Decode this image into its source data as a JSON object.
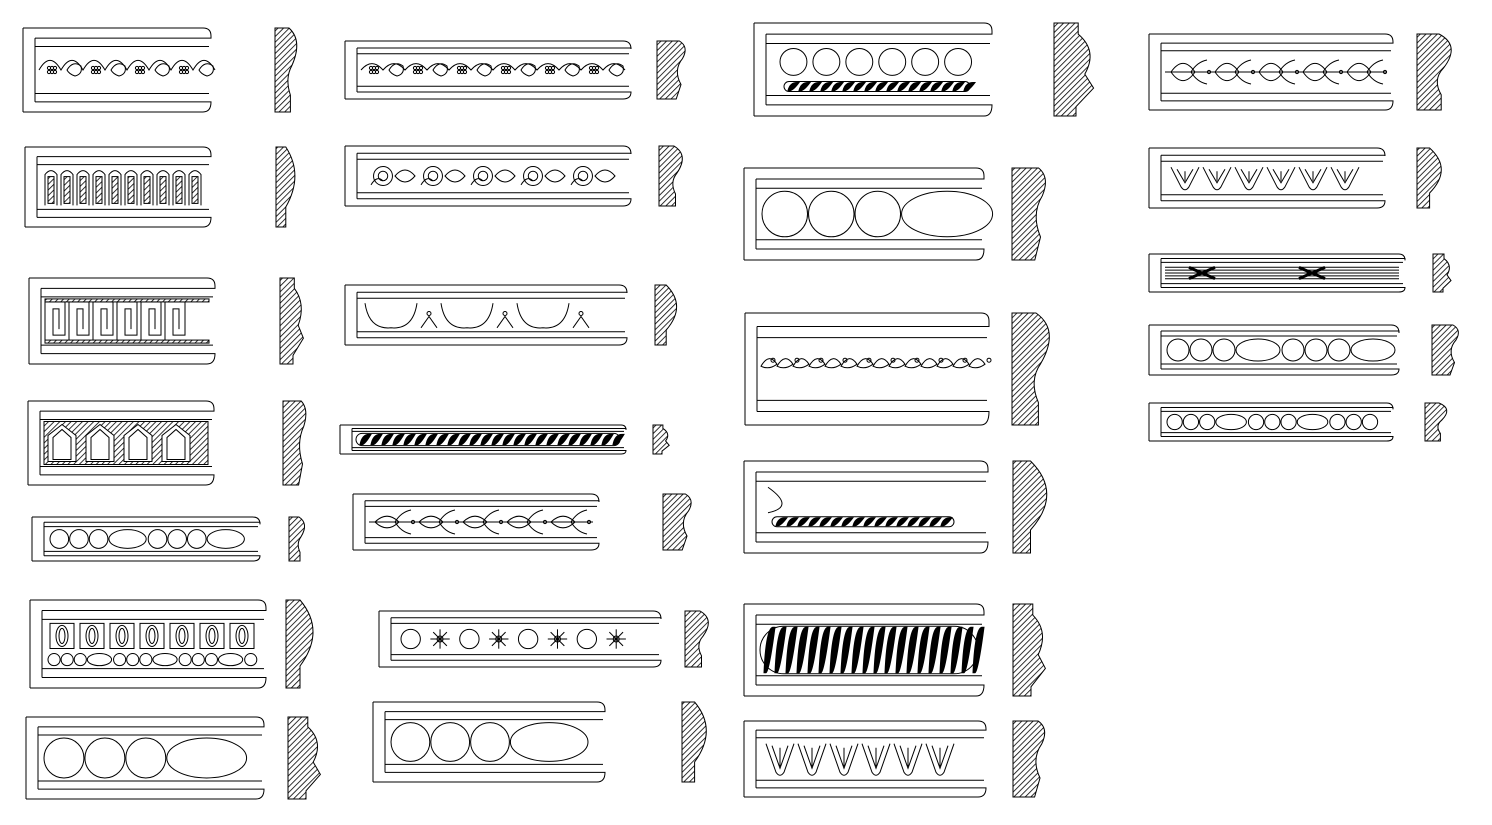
{
  "sheet": {
    "description_visible_text": "",
    "line_color": "#000000",
    "hatch_color": "#000000",
    "background": "#ffffff"
  },
  "moldings": [
    {
      "id": "m1",
      "ornament": "grapevine"
    },
    {
      "id": "m2",
      "ornament": "fluted-arch"
    },
    {
      "id": "m3",
      "ornament": "greek-key"
    },
    {
      "id": "m4",
      "ornament": "gothic-arch"
    },
    {
      "id": "m5",
      "ornament": "bead-and-reel"
    },
    {
      "id": "m6",
      "ornament": "egg-and-dart-with-beads"
    },
    {
      "id": "m7",
      "ornament": "bead-and-reel-cove"
    },
    {
      "id": "m8",
      "ornament": "grapevine"
    },
    {
      "id": "m9",
      "ornament": "acanthus-scroll"
    },
    {
      "id": "m10",
      "ornament": "egg-and-dart"
    },
    {
      "id": "m11",
      "ornament": "rope-twist"
    },
    {
      "id": "m12",
      "ornament": "laurel-leaf"
    },
    {
      "id": "m13",
      "ornament": "guilloche-rosette"
    },
    {
      "id": "m14",
      "ornament": "bead-and-reel-cove"
    },
    {
      "id": "m15",
      "ornament": "circles-and-rope"
    },
    {
      "id": "m16",
      "ornament": "bead-and-reel"
    },
    {
      "id": "m17",
      "ornament": "leaf-and-bead"
    },
    {
      "id": "m18",
      "ornament": "cove-and-rope"
    },
    {
      "id": "m19",
      "ornament": "rope-twist"
    },
    {
      "id": "m20",
      "ornament": "lambs-tongue"
    },
    {
      "id": "m21",
      "ornament": "laurel-leaf"
    },
    {
      "id": "m22",
      "ornament": "lambs-tongue"
    },
    {
      "id": "m23",
      "ornament": "crossed-reed"
    },
    {
      "id": "m24",
      "ornament": "bead-and-reel"
    },
    {
      "id": "m25",
      "ornament": "bead-and-reel"
    }
  ]
}
